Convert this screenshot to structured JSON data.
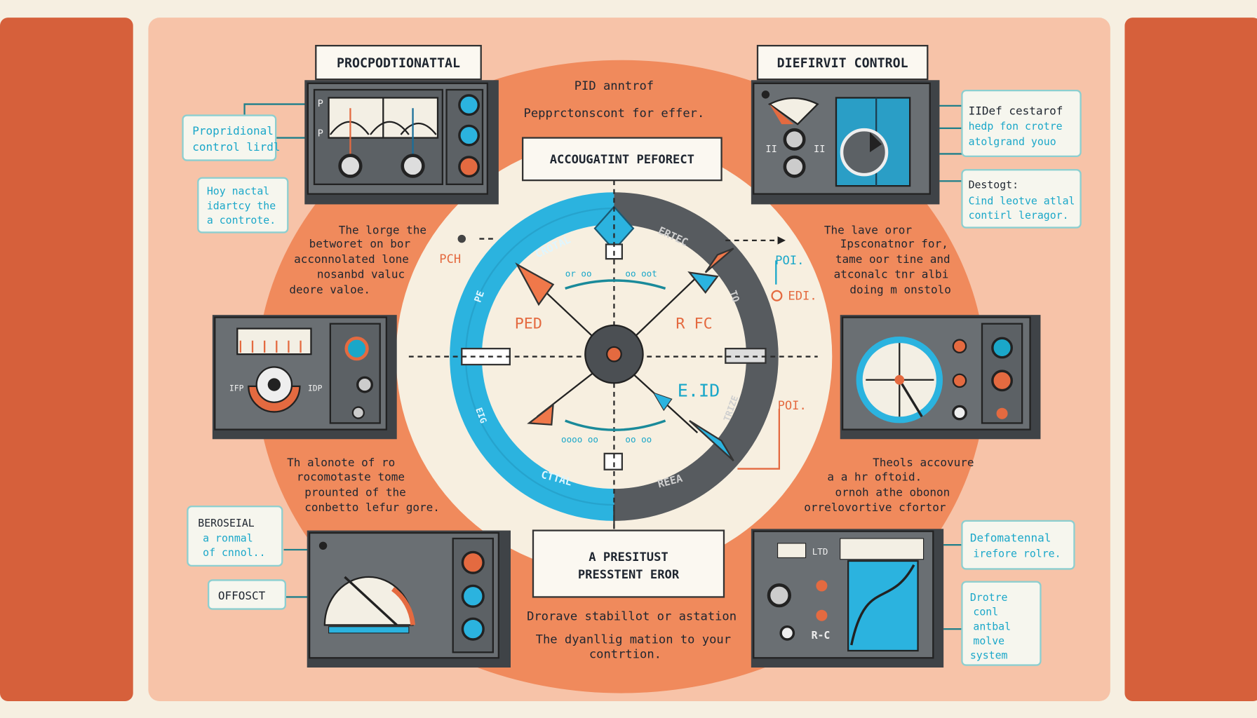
{
  "titles": {
    "proportional": "PROCPODTIONATTAL",
    "derivative": "DIEFIRVIT CONTROL",
    "center_top": "ACCOUGATINT PEFORECT",
    "center_bottom_1": "A PRESITUST",
    "center_bottom_2": "PRESSTENT EROR"
  },
  "header_text": {
    "line1": "PID anntrof",
    "line2": "Pepprctonscont for effer."
  },
  "callouts": {
    "prop_label": [
      "Propridional",
      "control lirdl"
    ],
    "how_note": [
      "Hoy nactal",
      "idartcy the",
      "a controte."
    ],
    "deriv_note": [
      "IIDef cestarof",
      "hedp fon crotre",
      "atolgrand youo"
    ],
    "restore_note": [
      "Destogt:",
      "Cind leotve atlal",
      "contirl leragor."
    ],
    "berosial": [
      "BEROSEIAL",
      "a ronmal",
      "of cnnol.."
    ],
    "offset": "OFFOSCT",
    "deformational": [
      "Defomatennal",
      "irefore rolre."
    ],
    "drotre": [
      "Drotre",
      "conl",
      "antbal",
      "molve",
      "system"
    ]
  },
  "paragraphs": {
    "upper_left": [
      "The lorge the",
      "betworet on  bor",
      "acconnolated lone",
      "nosanbd valuc",
      "deore valoe."
    ],
    "upper_right": [
      "The lave oror",
      "Ipsconatnor for,",
      "tame oor tine and",
      "atconalc tnr albi",
      "doing m onstolo"
    ],
    "lower_left": [
      "Th alonote of ro",
      "rocomotaste tome",
      "prounted of the",
      "conbetto lefur gore."
    ],
    "lower_right": [
      "Theols  accovure",
      "a a hr oftoid.",
      "ornoh athe obonon",
      "orrelovortive cfortor"
    ],
    "bottom": [
      "Drorave stabillot or astation",
      "The dyanllig mation to your",
      "contrtion."
    ]
  },
  "ring_labels": {
    "top_left": "CROTAL",
    "top_right": "ERTEC",
    "bottom_left": "CTTAL",
    "bottom_right": "REEA",
    "left": "PE",
    "right": "TO",
    "ll": "EIG",
    "lr": "TRIZE"
  },
  "diagram_labels": {
    "ped": "PED",
    "rfc": "R FC",
    "eid": "E.ID",
    "pch": "PCH",
    "poi_top": "POI.",
    "edi": "EDI.",
    "poi_low": "POI.",
    "oo_tl": "or oo",
    "oo_tr": "oo oot",
    "oo_bl": "oooo oo",
    "oo_br": "oo oo"
  },
  "device_labels": {
    "p1": "P",
    "p2": "P",
    "ii1": "II",
    "ii2": "II",
    "ifp": "IFP",
    "idp": "IDP",
    "ltd": "LTD",
    "rc": "R-C"
  },
  "colors": {
    "side_bar": "#d6603b",
    "panel": "#f7c3a8",
    "orange_blob": "#f08a5c",
    "cream": "#f7efe0",
    "blue": "#2bb3df",
    "device": "#5f6468",
    "teal": "#1aa7c9"
  }
}
